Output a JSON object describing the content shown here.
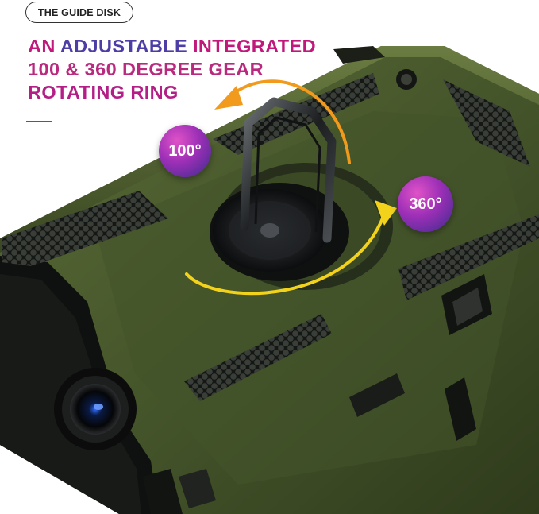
{
  "guide_label": "THE GUIDE DISK",
  "headline": {
    "line1_pre": "AN ",
    "line1_highlight": "ADJUSTABLE",
    "line1_post": " INTEGRATED",
    "line2": "100 & 360 DEGREE GEAR",
    "line3": "ROTATING RING"
  },
  "badges": {
    "left": "100°",
    "right": "360°"
  },
  "colors": {
    "case": "#4a5a2e",
    "accent_line": "#d6281f",
    "arrow_orange": "#f29a1b",
    "arrow_yellow": "#f3d21c"
  }
}
